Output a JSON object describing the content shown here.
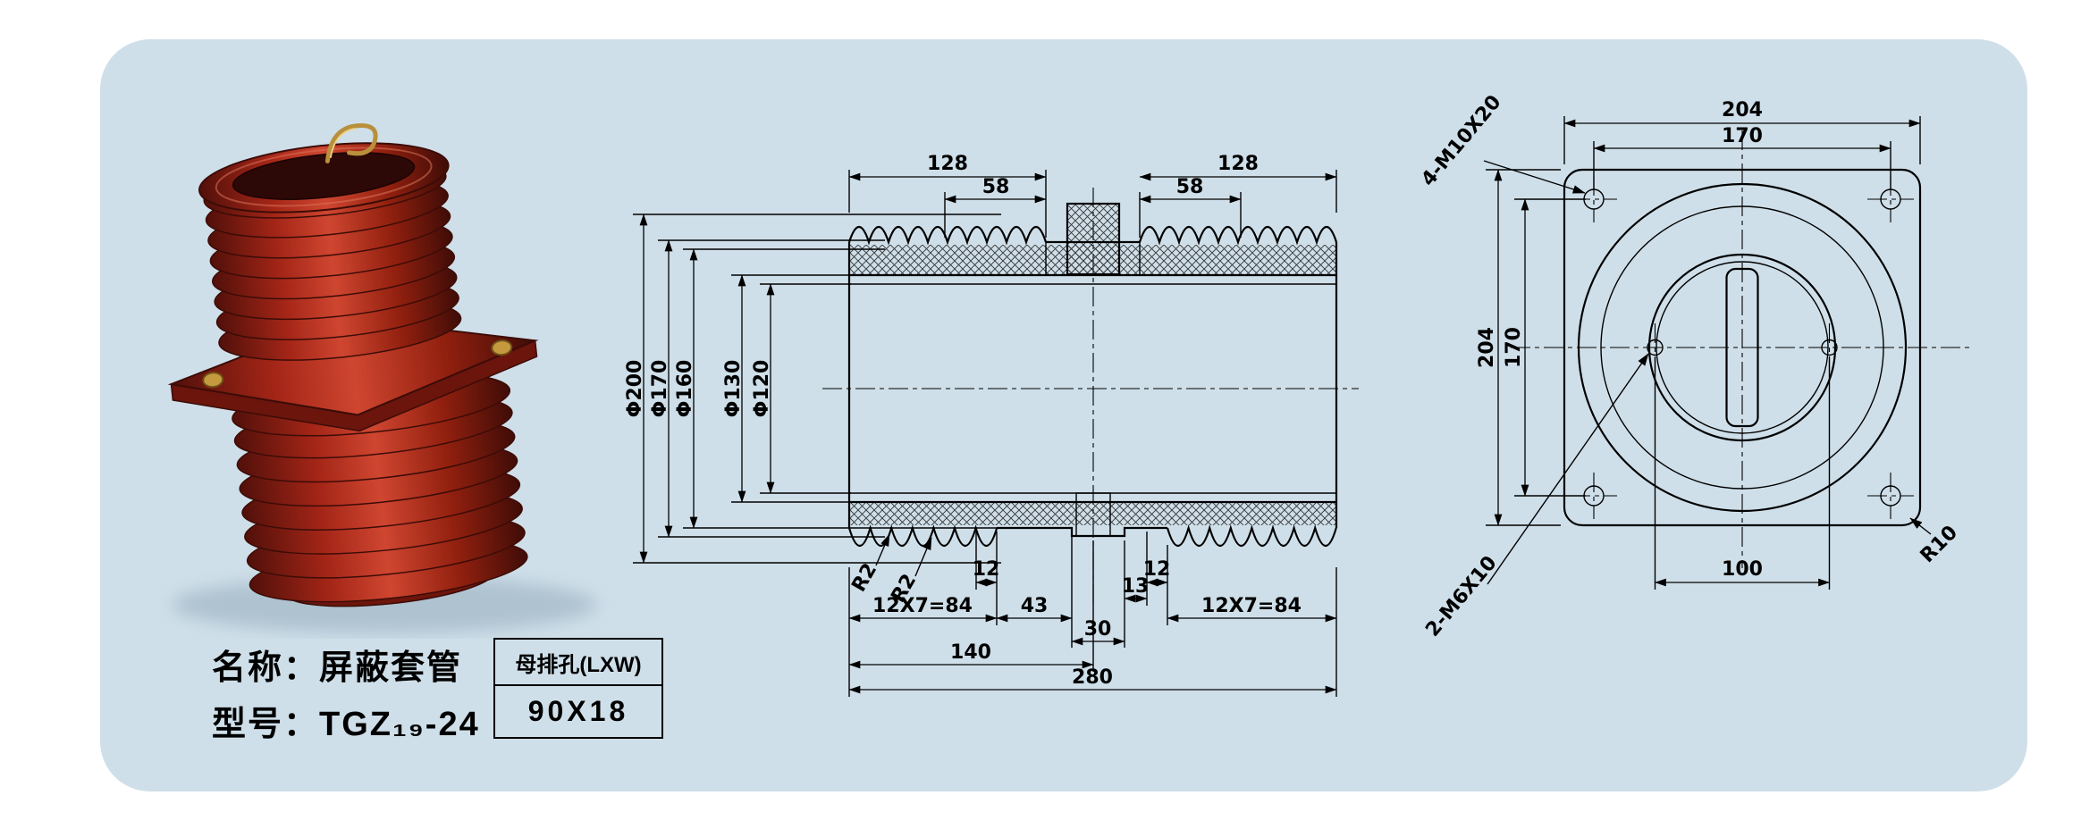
{
  "colors": {
    "panel_bg": "#cfdfe9",
    "product_red": "#a32517",
    "drawing_line": "#000000"
  },
  "product_info": {
    "name_label": "名称：屏蔽套管",
    "model_label": "型号：TGZ₁₉-24"
  },
  "busbar_table": {
    "header": "母排孔(LXW)",
    "value": "90X18"
  },
  "section_view": {
    "dim_128_left": "128",
    "dim_58_left": "58",
    "dim_128_right": "128",
    "dim_58_right": "58",
    "dia_200": "Φ200",
    "dia_170": "Φ170",
    "dia_160": "Φ160",
    "dia_130": "Φ130",
    "dia_120": "Φ120",
    "r2_a": "R2",
    "r2_b": "R2",
    "dim_12_left": "12",
    "dim_12_right": "12",
    "dim_13": "13",
    "dim_12x7_left": "12X7=84",
    "dim_43": "43",
    "dim_12x7_right": "12X7=84",
    "dim_30": "30",
    "dim_140": "140",
    "dim_280": "280"
  },
  "front_view": {
    "dim_204_top": "204",
    "dim_170_top": "170",
    "dim_204_left": "204",
    "dim_170_left": "170",
    "dim_100_bottom": "100",
    "label_4m10": "4-M10X20",
    "label_2m6": "2-M6X10",
    "label_r10": "R10"
  }
}
